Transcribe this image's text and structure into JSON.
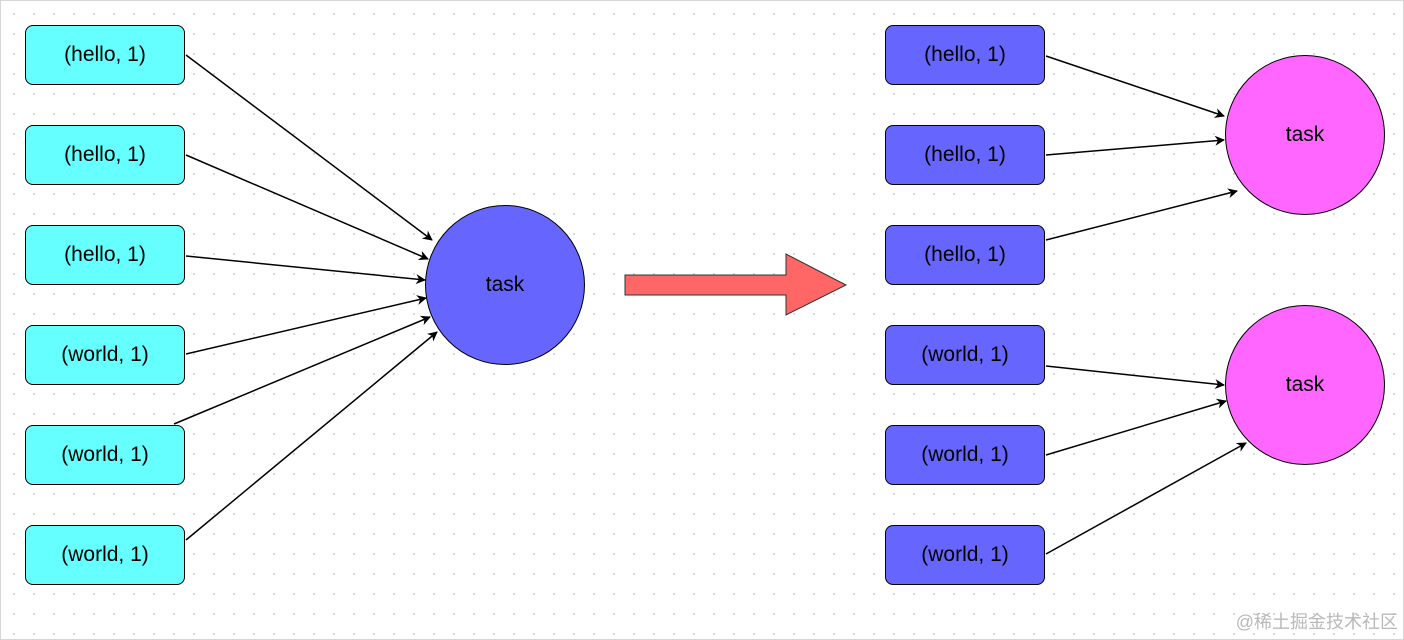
{
  "colors": {
    "left_node_fill": "#66ffff",
    "left_task_fill": "#6666ff",
    "right_node_fill": "#6666ff",
    "right_task_fill": "#ff66ff",
    "transform_arrow_fill": "#ff6666",
    "edge_color": "#000000"
  },
  "left": {
    "nodes": [
      "(hello, 1)",
      "(hello, 1)",
      "(hello, 1)",
      "(world, 1)",
      "(world, 1)",
      "(world, 1)"
    ],
    "task_label": "task"
  },
  "right": {
    "nodes": [
      "(hello, 1)",
      "(hello, 1)",
      "(hello, 1)",
      "(world, 1)",
      "(world, 1)",
      "(world, 1)"
    ],
    "tasks": [
      "task",
      "task"
    ]
  },
  "watermark": "@稀土掘金技术社区"
}
